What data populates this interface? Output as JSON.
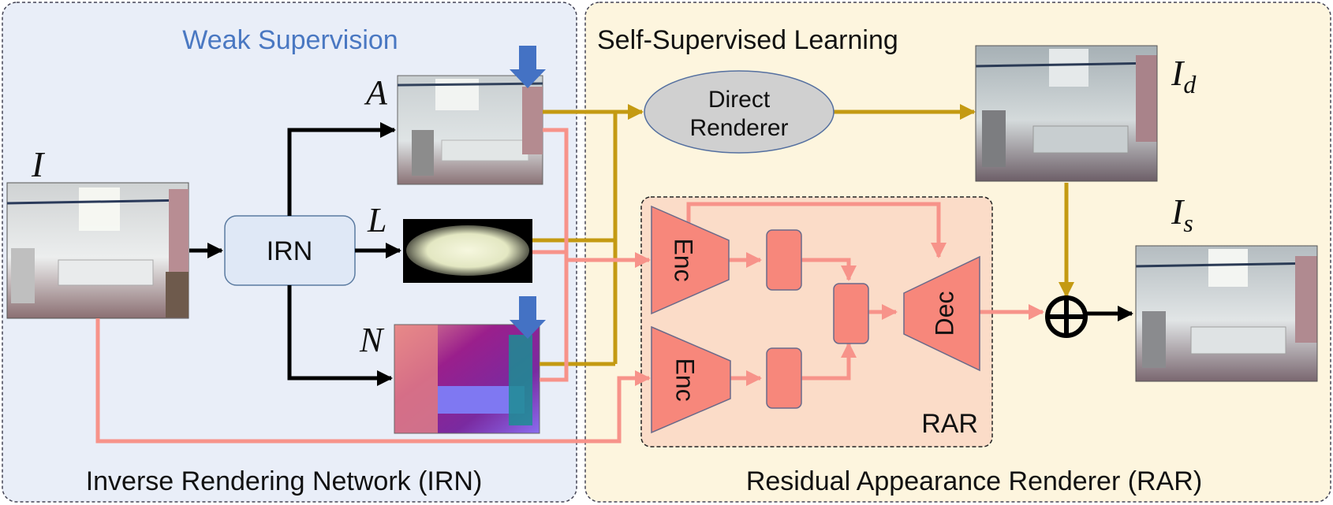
{
  "panels": {
    "left_header": "Weak Supervision",
    "left_footer": "Inverse Rendering Network (IRN)",
    "right_header": "Self-Supervised Learning",
    "right_footer": "Residual Appearance Renderer (RAR)"
  },
  "nodes": {
    "input_symbol": "I",
    "irn": "IRN",
    "albedo_symbol": "A",
    "light_symbol": "L",
    "normal_symbol": "N",
    "direct_renderer_line1": "Direct",
    "direct_renderer_line2": "Renderer",
    "direct_output_symbol": "I",
    "direct_output_sub": "d",
    "final_output_symbol": "I",
    "final_output_sub": "s",
    "rar_box": "RAR",
    "encoder_top": "Enc",
    "encoder_bottom": "Enc",
    "decoder": "Dec"
  },
  "colors": {
    "left_panel_bg": "#e9eef8",
    "right_panel_bg": "#fdf5de",
    "rar_bg": "#fbdcc8",
    "pink_block": "#f7877b",
    "pink_line": "#f7938a",
    "gold_line": "#c49a12",
    "weak_supervision_text": "#4a78c2",
    "supervision_arrow": "#4472c4",
    "irn_fill": "#dfe8f6",
    "renderer_fill": "#d0d0d0"
  }
}
